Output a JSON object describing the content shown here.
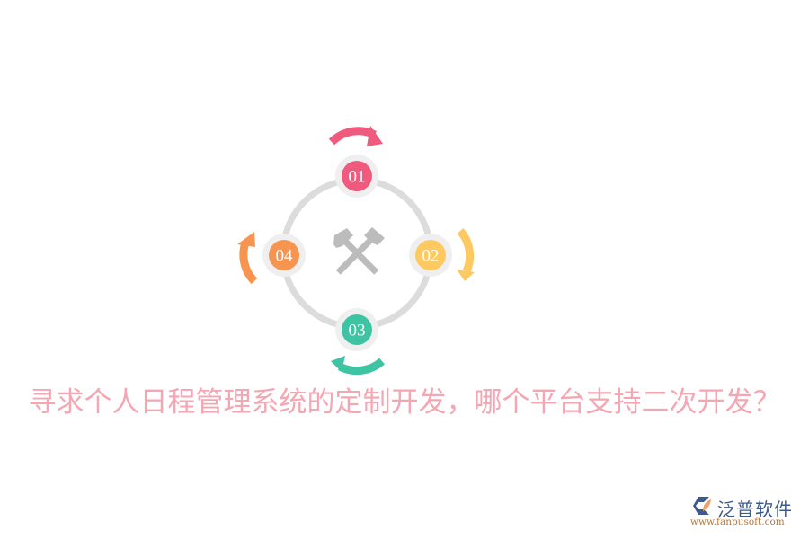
{
  "title": "寻求个人日程管理系统的定制开发，哪个平台支持二次开发？",
  "diagram": {
    "center_icon": "crossed-hammers-icon",
    "ring_color": "#dcdcdc",
    "node_halo_color": "#efefef",
    "icon_color": "#bcbcbc",
    "nodes": [
      {
        "label": "01",
        "color": "#ef5a7e",
        "position": "top"
      },
      {
        "label": "02",
        "color": "#fdc960",
        "position": "right"
      },
      {
        "label": "03",
        "color": "#3fc4a3",
        "position": "bottom"
      },
      {
        "label": "04",
        "color": "#f7944f",
        "position": "left"
      }
    ]
  },
  "logo": {
    "name": "泛普软件",
    "url": "www.fanpusoft.com",
    "primary_color": "#3d5a8a",
    "accent_color": "#f0a06a"
  }
}
